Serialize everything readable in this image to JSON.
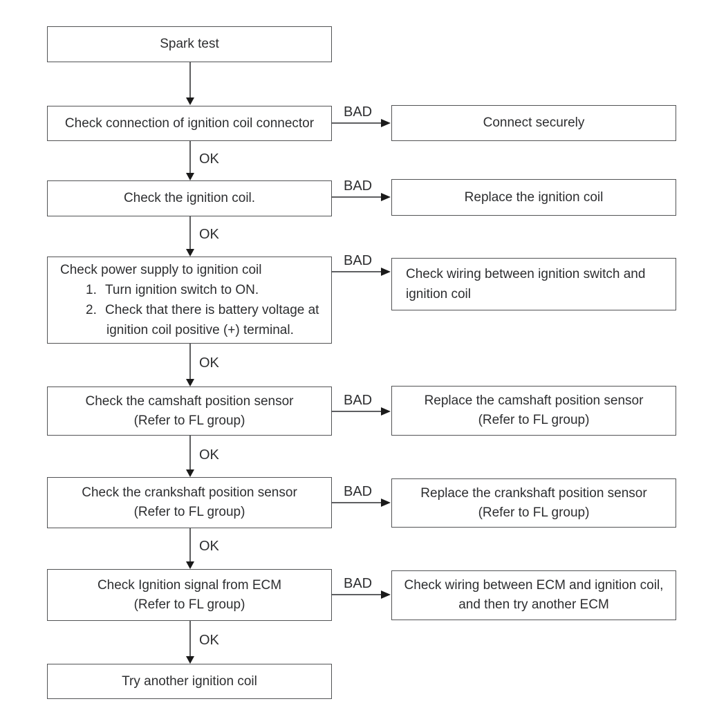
{
  "flowchart": {
    "connector_labels": {
      "ok": "OK",
      "bad": "BAD"
    },
    "colors": {
      "background": "#ffffff",
      "box_border": "#515254",
      "line": "#5e5f61",
      "arrowhead": "#1a1a1a",
      "text": "#2d2e30"
    },
    "left": {
      "l1": {
        "line1": "Spark test"
      },
      "l2": {
        "line1": "Check connection of ignition coil connector"
      },
      "l3": {
        "line1": "Check the ignition coil."
      },
      "l4": {
        "line1": "Check power supply to ignition coil",
        "item1_num": "1.",
        "item1_text": "Turn ignition switch to ON.",
        "item2_num": "2.",
        "item2_line1": "Check that there is battery voltage at",
        "item2_line2": "ignition coil positive (+) terminal."
      },
      "l5": {
        "line1": "Check the camshaft position sensor",
        "line2": "(Refer to FL group)"
      },
      "l6": {
        "line1": "Check the crankshaft position sensor",
        "line2": "(Refer to FL group)"
      },
      "l7": {
        "line1": "Check Ignition signal from ECM",
        "line2": "(Refer to FL group)"
      },
      "l8": {
        "line1": "Try another ignition coil"
      }
    },
    "right": {
      "r1": {
        "line1": "Connect securely"
      },
      "r2": {
        "line1": "Replace the ignition coil"
      },
      "r3": {
        "line1": "Check wiring between ignition switch and",
        "line2": "ignition coil"
      },
      "r4": {
        "line1": "Replace the camshaft position sensor",
        "line2": "(Refer to FL group)"
      },
      "r5": {
        "line1": "Replace the crankshaft position sensor",
        "line2": "(Refer to FL group)"
      },
      "r6": {
        "line1": "Check wiring between ECM and ignition coil,",
        "line2": "and then try another ECM"
      }
    }
  }
}
